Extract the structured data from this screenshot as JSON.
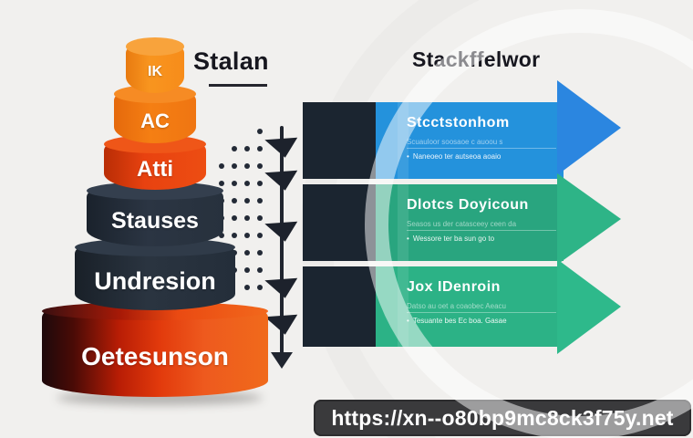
{
  "left": {
    "title": "Stalan",
    "pyramid_tiers": [
      {
        "label": "IK",
        "fill": "#f6921e"
      },
      {
        "label": "AC",
        "fill": "#f0770f"
      },
      {
        "label": "Atti",
        "fill": "#e43c10"
      },
      {
        "label": "Stauses",
        "fill": "#27303c"
      },
      {
        "label": "Undresion",
        "fill": "#232c38"
      },
      {
        "label": "Oetesunson",
        "fill": "#e8470f"
      }
    ]
  },
  "center": {
    "chevron_count": 5,
    "dot_rows": [
      [
        0,
        0,
        0,
        1
      ],
      [
        0,
        1,
        1,
        1
      ],
      [
        1,
        1,
        1,
        1
      ],
      [
        1,
        1,
        1,
        1
      ],
      [
        1,
        1,
        1,
        1
      ],
      [
        1,
        1,
        1,
        1
      ],
      [
        1,
        1,
        1,
        1
      ],
      [
        1,
        1,
        1,
        1
      ],
      [
        0,
        1,
        1,
        1
      ],
      [
        0,
        0,
        1,
        1
      ]
    ]
  },
  "right": {
    "title": "Stackffelwor",
    "rows": [
      {
        "title": "Stcctstonhom",
        "line1": "Scuauloor soosaoe c auoou s",
        "line2": "Naneoeo ter autseoa aoaio",
        "bar_color": "#2492dc",
        "arrow_color": "#2b86e0",
        "square_color": "#1b2530"
      },
      {
        "title": "Dlotcs Doyicoun",
        "line1": "Seasos us der catasceey ceen da",
        "line2": "Wessore ter ba sun go to",
        "bar_color": "#29a57f",
        "arrow_color": "#2eb487",
        "square_color": "#1b2530"
      },
      {
        "title": "Jox IDenroin",
        "line1": "Datso au oet a coaobec Aeacu",
        "line2": "Tesuante bes Ec boa. Gasae",
        "bar_color": "#2cb286",
        "arrow_color": "#2eb98b",
        "square_color": "#1b2530"
      }
    ]
  },
  "footer": {
    "url": "https://xn--o80bp9mc8ck3f75y.net"
  }
}
